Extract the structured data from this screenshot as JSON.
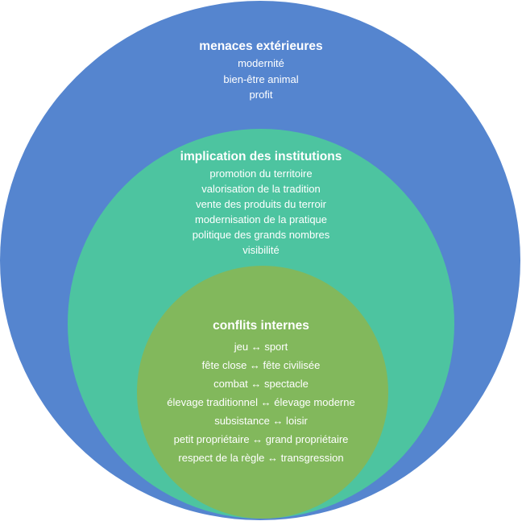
{
  "diagram": {
    "colors": {
      "outer": "#5585cf",
      "middle": "#4dc4a0",
      "inner": "#82b85c",
      "text": "#ffffff"
    },
    "outer": {
      "title": "menaces extérieures",
      "items": [
        "modernité",
        "bien-être animal",
        "profit"
      ]
    },
    "middle": {
      "title": "implication des institutions",
      "items": [
        "promotion du territoire",
        "valorisation de la tradition",
        "vente des produits du terroir",
        "modernisation de la pratique",
        "politique des grands nombres",
        "visibilité"
      ]
    },
    "inner": {
      "title": "conflits internes",
      "items": [
        "jeu ↔ sport",
        "fête close ↔ fête civilisée",
        "combat ↔ spectacle",
        "élevage traditionnel ↔ élevage moderne",
        "subsistance ↔ loisir",
        "petit propriétaire ↔ grand propriétaire",
        "respect de la règle ↔ transgression"
      ]
    }
  }
}
